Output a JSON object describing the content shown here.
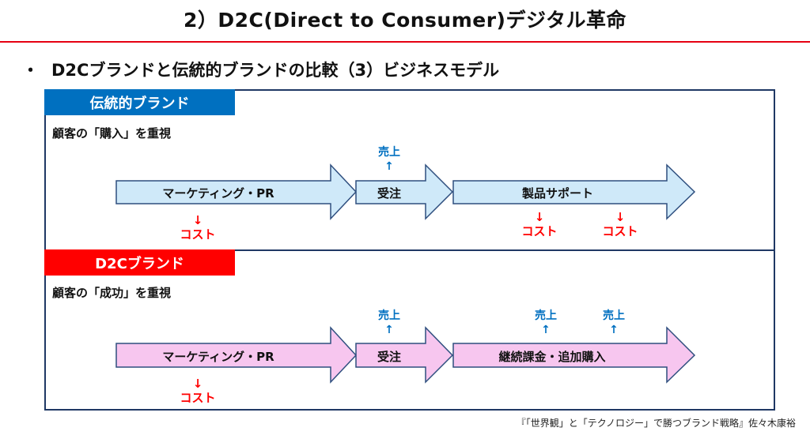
{
  "title": "2）D2C(Direct to Consumer)デジタル革命",
  "subtitle": {
    "bullet": "・",
    "text": "D2Cブランドと伝統的ブランドの比較（3）ビジネスモデル"
  },
  "traditional": {
    "tag": "伝統的ブランド",
    "focus": "顧客の「購入」を重視",
    "steps": [
      "マーケティング・PR",
      "受注",
      "製品サポート"
    ],
    "sales_label": "売上",
    "cost_label": "コスト",
    "up_arrow": "↑",
    "down_arrow": "↓"
  },
  "d2c": {
    "tag": "D2Cブランド",
    "focus": "顧客の「成功」を重視",
    "steps": [
      "マーケティング・PR",
      "受注",
      "継続課金・追加購入"
    ],
    "sales_label": "売上",
    "cost_label": "コスト",
    "up_arrow": "↑",
    "down_arrow": "↓"
  },
  "colors": {
    "traditional_fill": "#cfe9f9",
    "d2c_fill": "#f7c6ef",
    "stroke": "#2f4f7f",
    "sales": "#0070c0",
    "cost": "#ff0000"
  },
  "source": "『「世界観」と「テクノロジー」で勝つブランド戦略』佐々木康裕"
}
